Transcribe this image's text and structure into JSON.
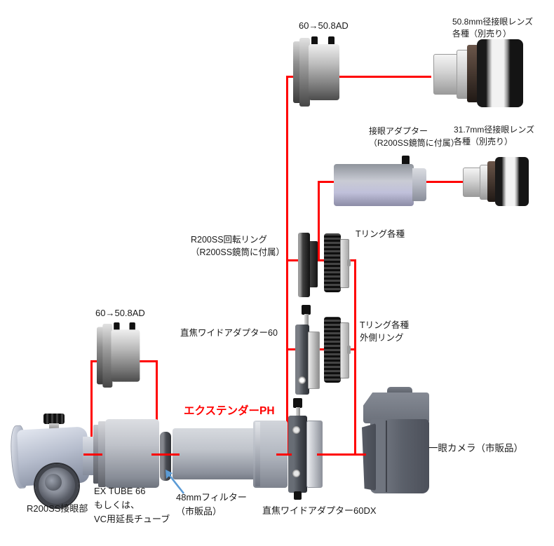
{
  "labels": {
    "top_adapter": "60→50.8AD",
    "eyepiece_50_8": "50.8mm径接眼レンズ\n各種（別売り）",
    "eyepiece_adapter": "接眼アダプター\n（R200SS鏡筒に付属）",
    "eyepiece_31_7": "31.7mm径接眼レンズ\n各種（別売り）",
    "rotation_ring": "R200SS回転リング\n（R200SS鏡筒に付属）",
    "t_ring": "Tリング各種",
    "wide_adapter_60": "直焦ワイドアダプター60",
    "t_ring_outer": "Tリング各種\n外側リング",
    "left_adapter": "60→50.8AD",
    "extender_ph": "エクステンダーPH",
    "focuser": "R200SS接眼部",
    "ex_tube": "EX TUBE 66\nもしくは、\nVC用延長チューブ",
    "filter_48mm": "48mmフィルター\n（市販品）",
    "wide_adapter_60dx": "直焦ワイドアダプター60DX",
    "camera": "一眼カメラ（市販品）"
  },
  "colors": {
    "connector_line": "#ff0000",
    "extender_label": "#ff0000",
    "filter_arrow": "#5b9bd5",
    "text": "#1a1a1a",
    "background": "#ffffff"
  }
}
